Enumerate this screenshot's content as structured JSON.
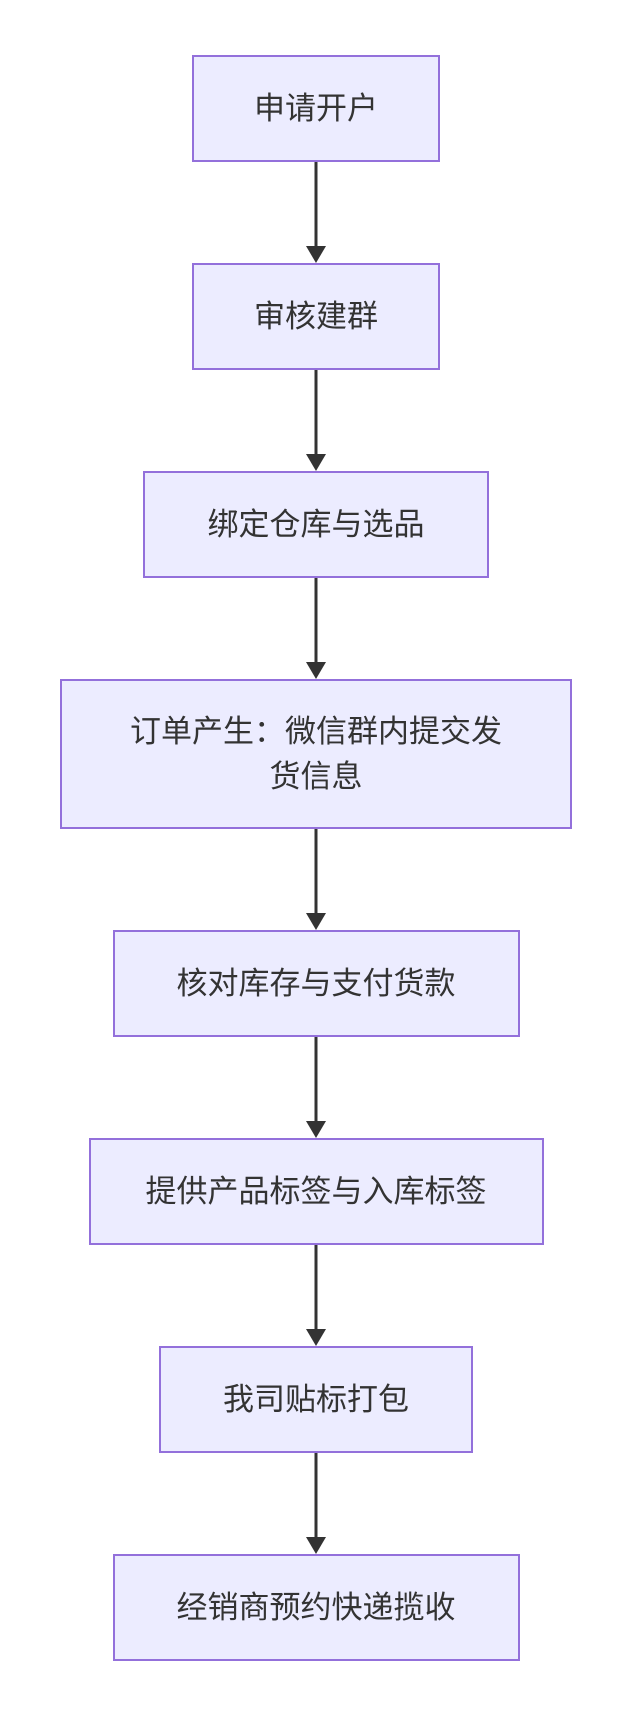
{
  "flowchart": {
    "type": "flowchart",
    "direction": "top-down",
    "background_color": "#ffffff",
    "node_fill_color": "#ECECFF",
    "node_border_color": "#9370DB",
    "text_color": "#333333",
    "arrow_color": "#333333",
    "nodes": [
      {
        "id": "apply-account",
        "label": "申请开户"
      },
      {
        "id": "review-create-group",
        "label": "审核建群"
      },
      {
        "id": "bind-warehouse-select-products",
        "label": "绑定仓库与选品"
      },
      {
        "id": "order-created",
        "label": "订单产生：微信群内提交发\n货信息"
      },
      {
        "id": "verify-inventory-payment",
        "label": "核对库存与支付货款"
      },
      {
        "id": "provide-labels",
        "label": "提供产品标签与入库标签"
      },
      {
        "id": "our-company-label-pack",
        "label": "我司贴标打包"
      },
      {
        "id": "dealer-courier-pickup",
        "label": "经销商预约快递揽收"
      }
    ],
    "edges": [
      {
        "from": "apply-account",
        "to": "review-create-group"
      },
      {
        "from": "review-create-group",
        "to": "bind-warehouse-select-products"
      },
      {
        "from": "bind-warehouse-select-products",
        "to": "order-created"
      },
      {
        "from": "order-created",
        "to": "verify-inventory-payment"
      },
      {
        "from": "verify-inventory-payment",
        "to": "provide-labels"
      },
      {
        "from": "provide-labels",
        "to": "our-company-label-pack"
      },
      {
        "from": "our-company-label-pack",
        "to": "dealer-courier-pickup"
      }
    ]
  }
}
